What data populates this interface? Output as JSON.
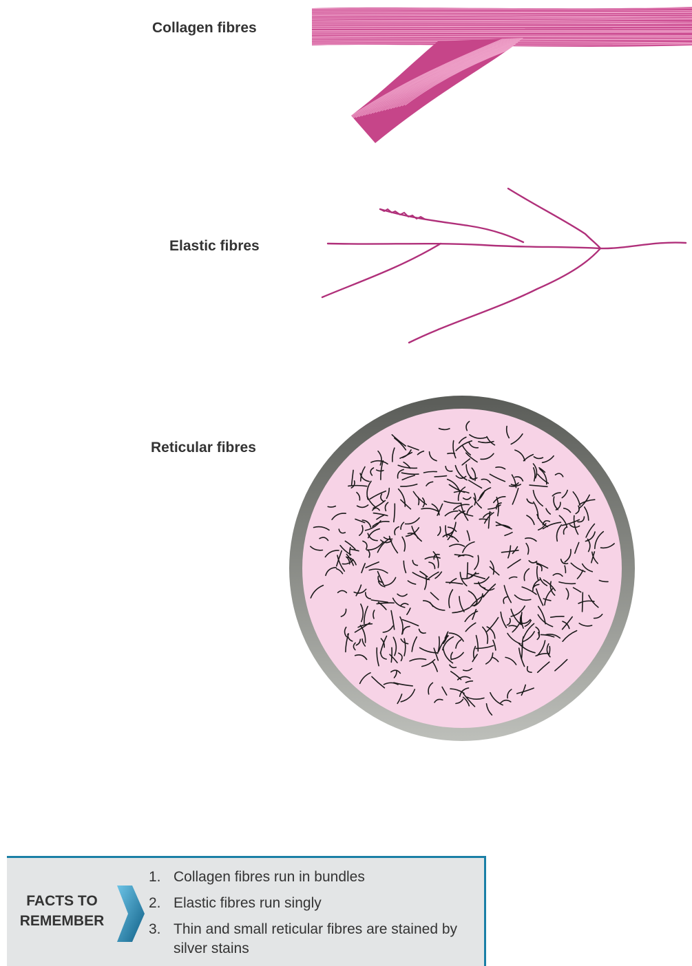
{
  "labels": {
    "collagen": "Collagen fibres",
    "elastic": "Elastic fibres",
    "reticular": "Reticular fibres"
  },
  "facts": {
    "title_line1": "FACTS TO",
    "title_line2": "REMEMBER",
    "items": [
      {
        "num": "1.",
        "text": "Collagen fibres run in bundles"
      },
      {
        "num": "2.",
        "text": "Elastic fibres run singly"
      },
      {
        "num": "3.",
        "text": "Thin and small reticular fibres are stained by silver stains"
      }
    ]
  },
  "colors": {
    "fibre": "#b8327d",
    "fibre_light": "#e48bbd",
    "elastic": "#b0307a",
    "circle_fill": "#f7d3e6",
    "circle_rim": "#6f716c",
    "reticular_strand": "#1a1a1a",
    "box_border": "#1a7fa6",
    "box_fill": "#e3e5e6"
  }
}
